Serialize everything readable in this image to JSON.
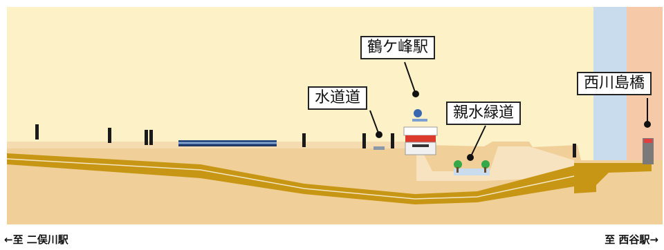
{
  "labels": {
    "tsurugamine_station": "鶴ケ峰駅",
    "suidoudo": "水道道",
    "shinsui_ryokudo": "親水緑道",
    "nishikawashima_bridge": "西川島橋"
  },
  "directions": {
    "left": "←至 二俣川駅",
    "right": "至 西谷駅→"
  },
  "colors": {
    "sky": "#fdf1c8",
    "ground": "#f1cf98",
    "tunnel": "#c79614",
    "river_blue": "#c9dcee",
    "river_pink": "#f6c9a8",
    "road_light": "#f9ecd3"
  }
}
